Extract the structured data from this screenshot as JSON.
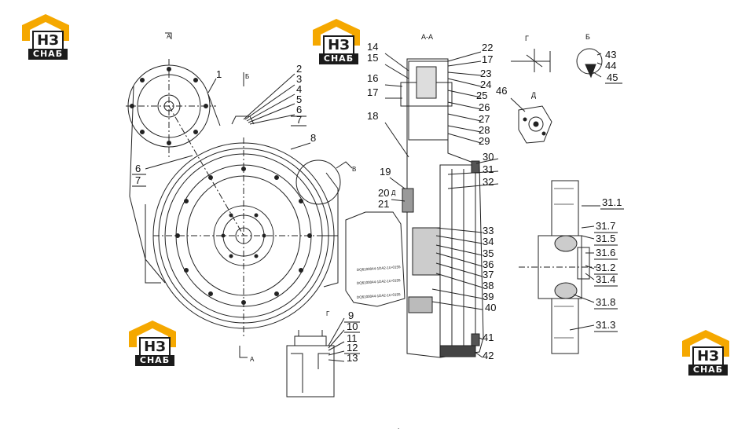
{
  "logo": {
    "mark": "НЗ",
    "caption": "СНАБ",
    "colors": {
      "roof": "#f5a800",
      "dark": "#1b1b1b"
    }
  },
  "section_labels": {
    "section_aa": "А-А",
    "view_b": "Б",
    "view_v": "В",
    "view_g": "Г",
    "view_d": "Д",
    "a_top": "А",
    "a_bottom": "А",
    "b_marker": "Б",
    "g_marker": "Г",
    "v_marker": "В",
    "d_marker": "Д"
  },
  "callouts": {
    "left": [
      "1",
      "2",
      "3",
      "4",
      "5",
      "6",
      "7",
      "8",
      "6",
      "7"
    ],
    "bottom": [
      "9",
      "10",
      "11",
      "12",
      "13"
    ],
    "section_left": [
      "14",
      "15",
      "16",
      "17",
      "18",
      "19",
      "20",
      "21"
    ],
    "section_right": [
      "22",
      "17",
      "23",
      "24",
      "25",
      "26",
      "27",
      "28",
      "29",
      "30",
      "31",
      "32",
      "33",
      "34",
      "35",
      "36",
      "37",
      "38",
      "39",
      "40",
      "41",
      "42"
    ],
    "view_b": [
      "43",
      "44",
      "45"
    ],
    "view_d": [
      "46"
    ],
    "detail": [
      "31.1",
      "31.7",
      "31.5",
      "31.6",
      "31.2",
      "31.4",
      "31.8",
      "31.3"
    ]
  },
  "part_codes": [
    "DQ6100044-1DA2-1U-0155",
    "DQ6100044-1DA2-1U-0155",
    "DQ6100044-1DA2-1U-0155"
  ],
  "footer_mark": "."
}
